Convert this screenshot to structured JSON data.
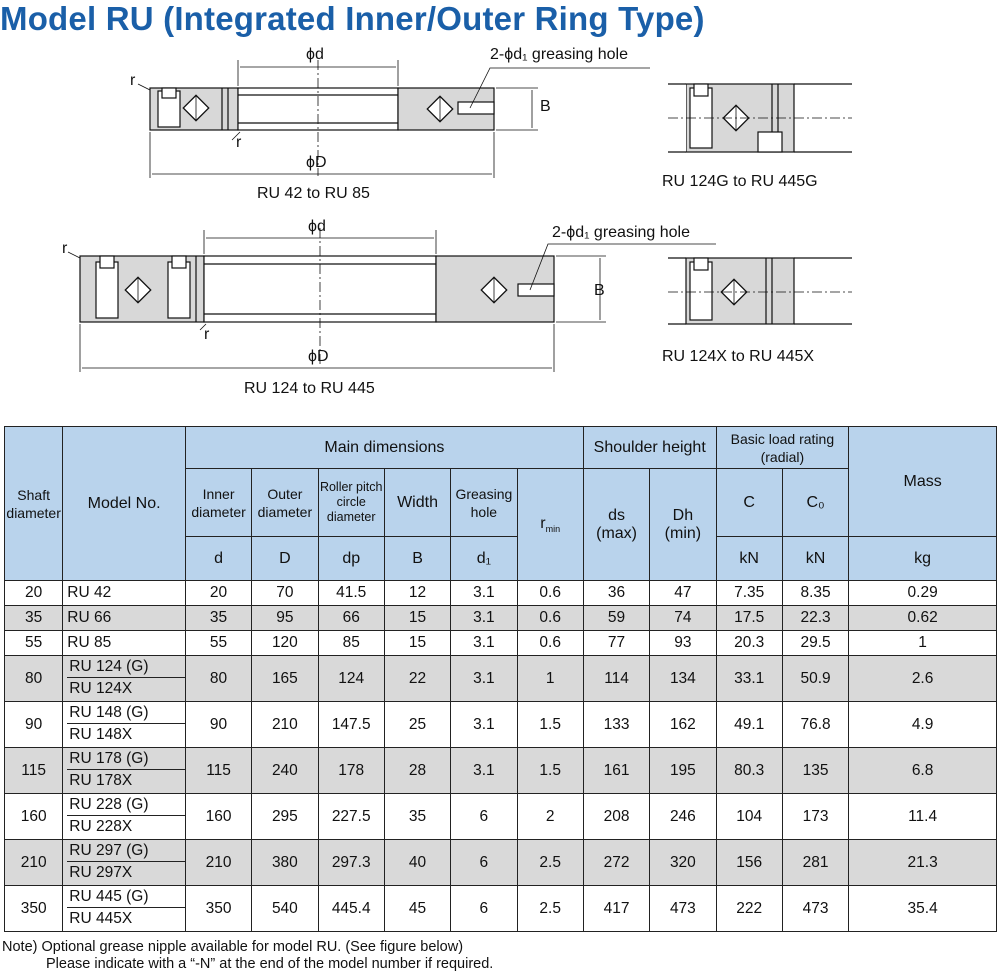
{
  "title": "Model RU (Integrated Inner/Outer Ring Type)",
  "drawings": {
    "top_left": {
      "caption": "RU 42 to RU 85",
      "inner_dia": "ϕd",
      "outer_dia": "ϕD",
      "hole_label": "2-ϕd₁ greasing hole",
      "width_label": "B",
      "r1": "r",
      "r2": "r"
    },
    "top_right": {
      "caption": "RU 124G to RU 445G"
    },
    "bottom_left": {
      "caption": "RU 124 to RU 445",
      "inner_dia": "ϕd",
      "outer_dia": "ϕD",
      "hole_label": "2-ϕd₁ greasing hole",
      "width_label": "B",
      "r1": "r",
      "r2": "r"
    },
    "bottom_right": {
      "caption": "RU 124X to RU 445X"
    }
  },
  "table": {
    "headers": {
      "shaft": "Shaft diameter",
      "model": "Model No.",
      "main_dim": "Main dimensions",
      "shoulder": "Shoulder height",
      "load": "Basic load rating (radial)",
      "mass": "Mass",
      "inner": "Inner diameter",
      "outer": "Outer diameter",
      "pitch": "Roller pitch circle diameter",
      "width": "Width",
      "grease": "Greasing hole",
      "C": "C",
      "C0": "C₀",
      "sym_d": "d",
      "sym_D": "D",
      "sym_dp": "dp",
      "sym_B": "B",
      "sym_d1": "d₁",
      "sym_r": "r",
      "sym_r_sub": "min",
      "sym_ds": "ds",
      "sym_ds_unit": "(max)",
      "sym_Dh": "Dh",
      "sym_Dh_unit": "(min)",
      "unit_kN1": "kN",
      "unit_kN2": "kN",
      "unit_kg": "kg"
    },
    "rows": [
      {
        "shaft": "20",
        "models": [
          "RU 42"
        ],
        "d": "20",
        "D": "70",
        "dp": "41.5",
        "B": "12",
        "d1": "3.1",
        "r": "0.6",
        "ds": "36",
        "Dh": "47",
        "C": "7.35",
        "C0": "8.35",
        "mass": "0.29"
      },
      {
        "shaft": "35",
        "models": [
          "RU 66"
        ],
        "d": "35",
        "D": "95",
        "dp": "66",
        "B": "15",
        "d1": "3.1",
        "r": "0.6",
        "ds": "59",
        "Dh": "74",
        "C": "17.5",
        "C0": "22.3",
        "mass": "0.62"
      },
      {
        "shaft": "55",
        "models": [
          "RU 85"
        ],
        "d": "55",
        "D": "120",
        "dp": "85",
        "B": "15",
        "d1": "3.1",
        "r": "0.6",
        "ds": "77",
        "Dh": "93",
        "C": "20.3",
        "C0": "29.5",
        "mass": "1"
      },
      {
        "shaft": "80",
        "models": [
          "RU 124 (G)",
          "RU 124X"
        ],
        "d": "80",
        "D": "165",
        "dp": "124",
        "B": "22",
        "d1": "3.1",
        "r": "1",
        "ds": "114",
        "Dh": "134",
        "C": "33.1",
        "C0": "50.9",
        "mass": "2.6"
      },
      {
        "shaft": "90",
        "models": [
          "RU 148 (G)",
          "RU 148X"
        ],
        "d": "90",
        "D": "210",
        "dp": "147.5",
        "B": "25",
        "d1": "3.1",
        "r": "1.5",
        "ds": "133",
        "Dh": "162",
        "C": "49.1",
        "C0": "76.8",
        "mass": "4.9"
      },
      {
        "shaft": "115",
        "models": [
          "RU 178 (G)",
          "RU 178X"
        ],
        "d": "115",
        "D": "240",
        "dp": "178",
        "B": "28",
        "d1": "3.1",
        "r": "1.5",
        "ds": "161",
        "Dh": "195",
        "C": "80.3",
        "C0": "135",
        "mass": "6.8"
      },
      {
        "shaft": "160",
        "models": [
          "RU 228 (G)",
          "RU 228X"
        ],
        "d": "160",
        "D": "295",
        "dp": "227.5",
        "B": "35",
        "d1": "6",
        "r": "2",
        "ds": "208",
        "Dh": "246",
        "C": "104",
        "C0": "173",
        "mass": "11.4"
      },
      {
        "shaft": "210",
        "models": [
          "RU 297 (G)",
          "RU 297X"
        ],
        "d": "210",
        "D": "380",
        "dp": "297.3",
        "B": "40",
        "d1": "6",
        "r": "2.5",
        "ds": "272",
        "Dh": "320",
        "C": "156",
        "C0": "281",
        "mass": "21.3"
      },
      {
        "shaft": "350",
        "models": [
          "RU 445 (G)",
          "RU 445X"
        ],
        "d": "350",
        "D": "540",
        "dp": "445.4",
        "B": "45",
        "d1": "6",
        "r": "2.5",
        "ds": "417",
        "Dh": "473",
        "C": "222",
        "C0": "473",
        "mass": "35.4"
      }
    ]
  },
  "note": {
    "line1": "Note) Optional grease nipple available for model RU. (See figure below)",
    "line2": "Please indicate with a “-N” at the end of the model number if required."
  },
  "colors": {
    "title": "#1a5fa8",
    "header_bg": "#b9d3ec",
    "row_shade": "#d9d9d9",
    "ring_fill": "#d8d8d8"
  }
}
